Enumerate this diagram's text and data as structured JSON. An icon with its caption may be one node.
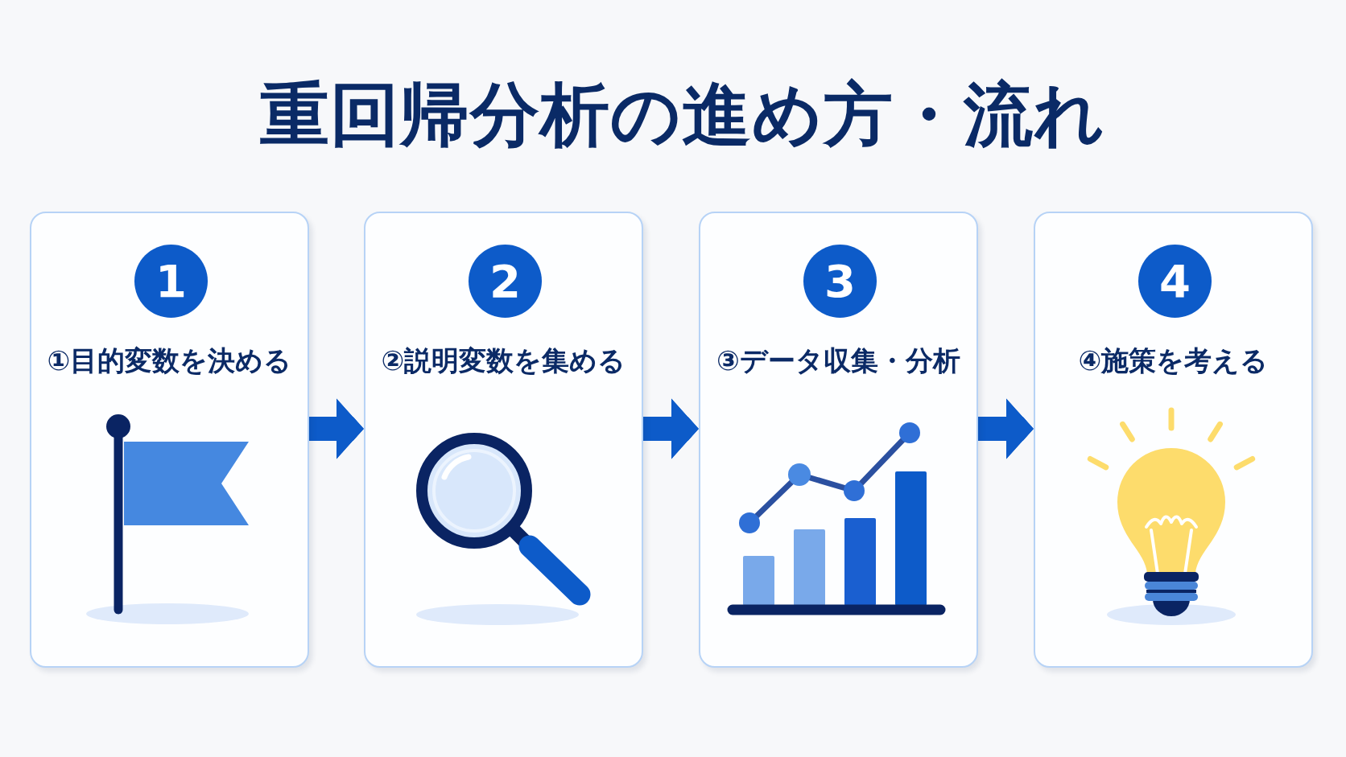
{
  "diagram": {
    "title": "重回帰分析の進め方・流れ",
    "nodes": [
      {
        "text": [
          "①目的変数を決める"
        ]
      },
      {
        "text": [
          "1"
        ],
        "in": 0
      },
      {
        "text": [
          "②説明変数を集める"
        ]
      },
      {
        "text": [
          "2"
        ],
        "in": 2
      },
      {
        "text": [
          "③データ収集・分析"
        ]
      },
      {
        "text": [
          "3"
        ],
        "in": 4
      },
      {
        "text": [
          "④施策を考える"
        ]
      },
      {
        "text": [
          "4"
        ],
        "in": 6
      }
    ],
    "edges": [
      {
        "from": 0,
        "to": 2,
        "arrow": "to"
      },
      {
        "from": 2,
        "to": 4,
        "arrow": "to"
      },
      {
        "from": 4,
        "to": 6,
        "arrow": "to"
      }
    ]
  }
}
